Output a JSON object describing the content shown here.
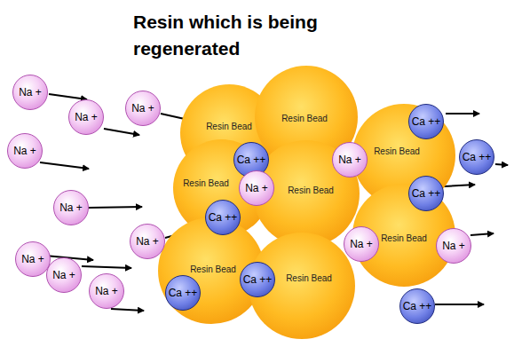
{
  "diagram": {
    "title": "Resin which is being regenerated",
    "nodes": [
      {
        "text": [
          "Na +"
        ]
      },
      {
        "text": [
          "Na +"
        ]
      },
      {
        "text": [
          "Na +"
        ]
      },
      {
        "text": [
          "Na +"
        ]
      },
      {
        "text": [
          "Na +"
        ]
      },
      {
        "text": [
          "Na +"
        ]
      },
      {
        "text": [
          "Na +"
        ]
      },
      {
        "text": [
          "Na +"
        ]
      },
      {
        "text": [
          "Na +"
        ]
      },
      {
        "text": [
          "Resin Bead"
        ]
      },
      {
        "text": [
          "Resin Bead"
        ]
      },
      {
        "text": [
          "Resin Bead"
        ]
      },
      {
        "text": [
          "Resin Bead"
        ]
      },
      {
        "text": [
          "Resin Bead"
        ]
      },
      {
        "text": [
          "Resin Bead"
        ]
      },
      {
        "text": [
          "Resin Bead"
        ]
      },
      {
        "text": [
          "Resin Bead"
        ]
      },
      {
        "text": [
          "Ca ++"
        ]
      },
      {
        "text": [
          "Na +"
        ]
      },
      {
        "text": [
          "Ca ++"
        ]
      },
      {
        "text": [
          "Ca ++"
        ]
      },
      {
        "text": [
          "Ca ++"
        ]
      },
      {
        "text": [
          "Na +"
        ]
      },
      {
        "text": [
          "Na +"
        ]
      },
      {
        "text": [
          "Ca ++"
        ]
      },
      {
        "text": [
          "Ca ++"
        ]
      },
      {
        "text": [
          "Ca ++"
        ]
      },
      {
        "text": [
          "Na +"
        ]
      },
      {
        "text": [
          "Ca ++"
        ]
      }
    ]
  }
}
